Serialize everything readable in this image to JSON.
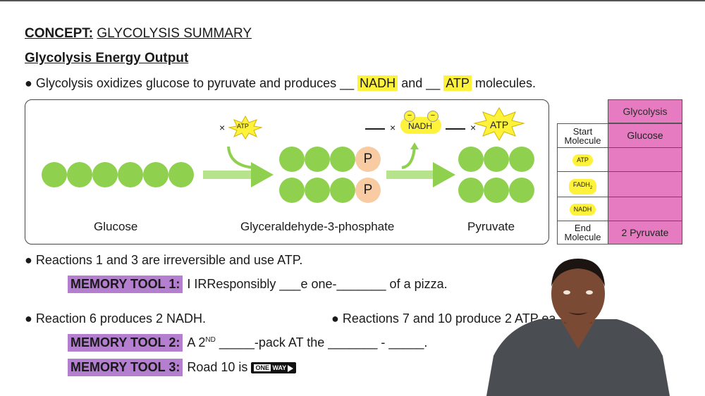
{
  "header": {
    "concept_bold": "CONCEPT:",
    "concept_text": "GLYCOLYSIS SUMMARY",
    "subtitle": "Glycolysis Energy Output"
  },
  "intro": {
    "bullet": "●",
    "part1": "Glycolysis oxidizes glucose to pyruvate and produces __",
    "nadh": "NADH",
    "part2": "and __",
    "atp": "ATP",
    "part3": "molecules."
  },
  "diagram": {
    "mult": "×",
    "atp_small": "ATP",
    "atp_big": "ATP",
    "nadh": "NADH",
    "p_label": "P",
    "glucose": "Glucose",
    "g3p": "Glyceraldehyde-3-phosphate",
    "pyruvate": "Pyruvate",
    "minus": "−"
  },
  "table": {
    "header": "Glycolysis",
    "start_label": "Start Molecule",
    "start_value": "Glucose",
    "atp": "ATP",
    "fadh": "FADH",
    "fadh_sub": "2",
    "nadh": "NADH",
    "end_label": "End Molecule",
    "end_value": "2 Pyruvate"
  },
  "notes": {
    "r13": "Reactions 1 and 3 are irreversible and use ATP.",
    "tool1_label": "MEMORY TOOL 1:",
    "tool1_text": "I IRResponsibly ___e one-_______ of a pizza.",
    "r6": "Reaction 6 produces 2 NADH.",
    "r710": "Reactions 7 and 10 produce 2 ATP ea",
    "tool2_label": "MEMORY TOOL 2:",
    "tool2_a": "A 2",
    "tool2_sup": "ND",
    "tool2_b": "_____-pack AT the _______ - _____.",
    "tool3_label": "MEMORY TOOL 3:",
    "tool3_text": "Road 10 is",
    "oneway_a": "ONE",
    "oneway_b": "WAY"
  },
  "colors": {
    "highlight": "#fff23a",
    "memory_tool": "#b57fd0",
    "glucose_green": "#8fd14f",
    "phosphate": "#f8cba2",
    "table_pink": "#e77bc2"
  }
}
